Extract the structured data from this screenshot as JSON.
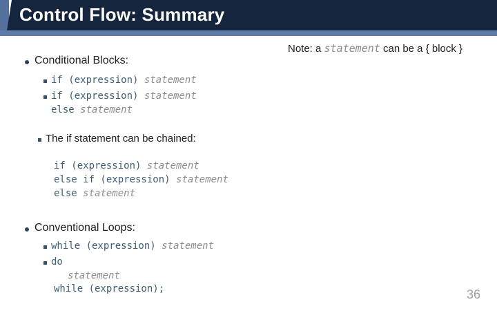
{
  "header": {
    "title": "Control Flow: Summary"
  },
  "note": {
    "pre": "Note: a ",
    "code_italic": "statement",
    "post": " can be a { block }"
  },
  "sections": {
    "conditional": {
      "heading": "Conditional Blocks:",
      "line1": {
        "code": "if (expression) ",
        "stmt": "statement"
      },
      "line2": {
        "code": "if (expression) ",
        "stmt": "statement"
      },
      "line3": {
        "code": "else ",
        "stmt": "statement"
      },
      "chained_heading": "The if statement can be chained:",
      "chain1": {
        "code": "if (expression) ",
        "stmt": "statement"
      },
      "chain2": {
        "code": "else if (expression) ",
        "stmt": "statement"
      },
      "chain3": {
        "code": "else ",
        "stmt": "statement"
      }
    },
    "loops": {
      "heading": "Conventional Loops:",
      "line1": {
        "code": "while (expression) ",
        "stmt": "statement"
      },
      "line2": {
        "code": "do"
      },
      "line3": {
        "stmt": "statement"
      },
      "line4": {
        "code": "while (expression);"
      }
    }
  },
  "page_number": "36",
  "icons": {
    "main_bullet": "bullet-dot-icon",
    "sub_bullet": "bullet-square-icon"
  },
  "colors": {
    "header_navy": "#16253E",
    "accent_blue": "#54719D",
    "underline_blue": "#5D7BA6",
    "code_blue_gray": "#3E5D78",
    "statement_gray": "#8C8C8C",
    "body_text": "#212121",
    "page_number_gray": "#9E9E9E"
  }
}
